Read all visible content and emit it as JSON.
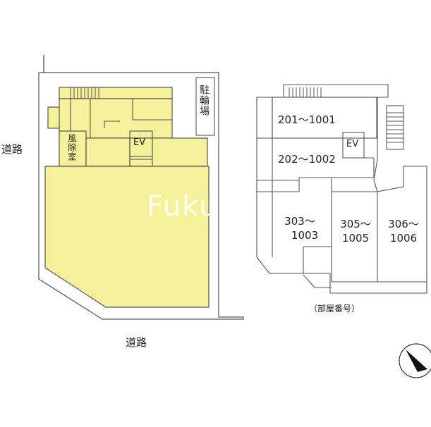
{
  "labels": {
    "road_west": "道路",
    "road_south": "道路",
    "bicycle_parking": "駐輪場",
    "windbreak_room": "風除室",
    "ev_site": "EV",
    "ev_floor": "EV",
    "caption": "（部屋番号）",
    "watermark": "Fuku..."
  },
  "units": [
    {
      "id": "201",
      "text": "201～1001"
    },
    {
      "id": "202",
      "text": "202～1002"
    },
    {
      "id": "303",
      "line1": "303～",
      "line2": "1003"
    },
    {
      "id": "305",
      "line1": "305～",
      "line2": "1005"
    },
    {
      "id": "306",
      "line1": "306～",
      "line2": "1006"
    }
  ],
  "colors": {
    "building_fill": "#f5f19a",
    "line": "#555555",
    "background": "#ffffff"
  },
  "icons": {
    "north_arrow": "north-arrow-icon"
  }
}
